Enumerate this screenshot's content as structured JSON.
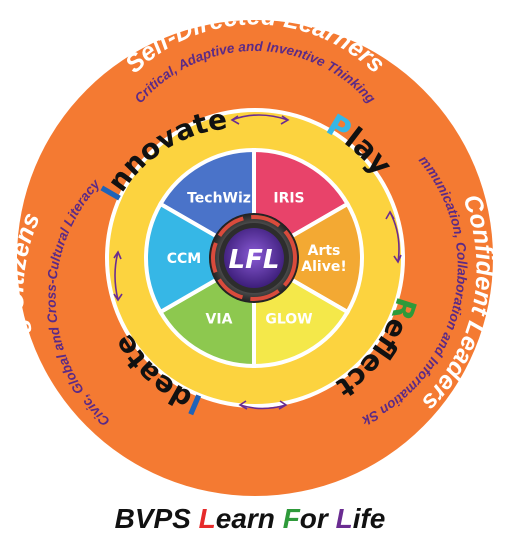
{
  "outer_ring": {
    "self_directed": {
      "title": "Self-Directed Learners",
      "subtitle": "Critical, Adaptive and Inventive Thinking"
    },
    "confident": {
      "title": "Confident Leaders",
      "subtitle": "Communication, Collaboration and Information Skills"
    },
    "caring": {
      "title": "Caring Citizens",
      "subtitle": "Civic, Global and Cross-Cultural Literacy"
    }
  },
  "middle_ring": {
    "innovate": {
      "first": "I",
      "rest": "nnovate"
    },
    "play": {
      "first": "P",
      "rest": "lay"
    },
    "reflect": {
      "first": "R",
      "rest": "eflect"
    },
    "ideate": {
      "first": "I",
      "rest": "deate"
    }
  },
  "segments": [
    {
      "label": "TechWiz",
      "color": "#4a73c9"
    },
    {
      "label": "IRIS",
      "color": "#e8436a"
    },
    {
      "label": "Arts Alive!",
      "color": "#f3a933"
    },
    {
      "label": "GLOW",
      "color": "#f4e84a"
    },
    {
      "label": "VIA",
      "color": "#8dc84f"
    },
    {
      "label": "CCM",
      "color": "#36b7e6"
    }
  ],
  "hub": {
    "label": "LFL"
  },
  "footer": {
    "prefix": "BVPS",
    "word1_first": "L",
    "word1_rest": "earn",
    "word2_first": "F",
    "word2_rest": "or",
    "word3_first": "L",
    "word3_rest": "ife"
  },
  "colors": {
    "outer_ring": "#f47a32",
    "middle_ring": "#fcd33f",
    "arc_text": "#ffffff",
    "subtitle_text": "#5b2a86",
    "ring_word": "#111111",
    "accent_blue": "#1f63b8",
    "accent_green": "#2e9a3a",
    "accent_red": "#e62b2b",
    "accent_purple": "#6a2c91"
  }
}
